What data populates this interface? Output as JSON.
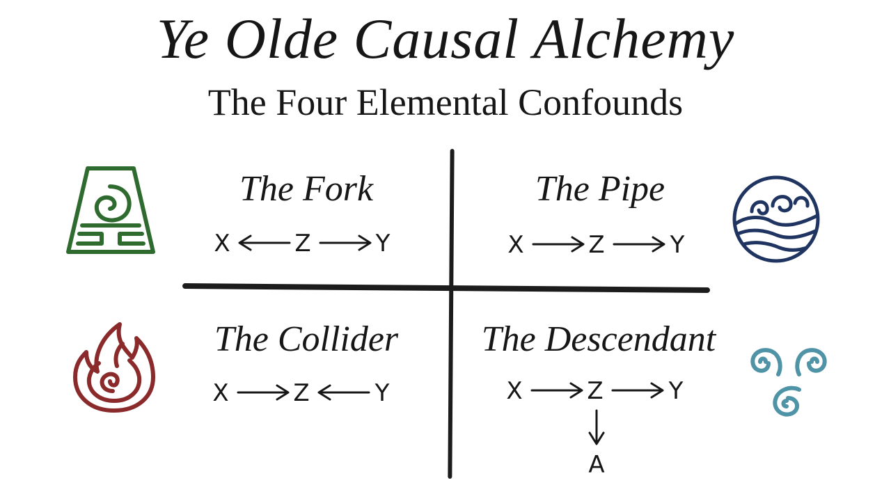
{
  "title": "Ye Olde Causal Alchemy",
  "subtitle": "The Four Elemental Confounds",
  "quadrants": {
    "fork": {
      "label": "The Fork",
      "nodes": [
        "X",
        "Z",
        "Y"
      ],
      "edges": [
        "Z→X",
        "Z→Y"
      ]
    },
    "pipe": {
      "label": "The Pipe",
      "nodes": [
        "X",
        "Z",
        "Y"
      ],
      "edges": [
        "X→Z",
        "Z→Y"
      ]
    },
    "collider": {
      "label": "The Collider",
      "nodes": [
        "X",
        "Z",
        "Y"
      ],
      "edges": [
        "X→Z",
        "Y→Z"
      ]
    },
    "descendant": {
      "label": "The Descendant",
      "nodes": [
        "X",
        "Z",
        "Y",
        "A"
      ],
      "edges": [
        "X→Z",
        "Z→Y",
        "Z→A"
      ]
    }
  },
  "emblems": {
    "earth": {
      "icon": "earth-emblem-icon",
      "color": "#2f6b2e"
    },
    "water": {
      "icon": "water-emblem-icon",
      "color": "#1f3460"
    },
    "fire": {
      "icon": "fire-emblem-icon",
      "color": "#8a2a2a"
    },
    "air": {
      "icon": "air-emblem-icon",
      "color": "#4f93a6"
    }
  }
}
